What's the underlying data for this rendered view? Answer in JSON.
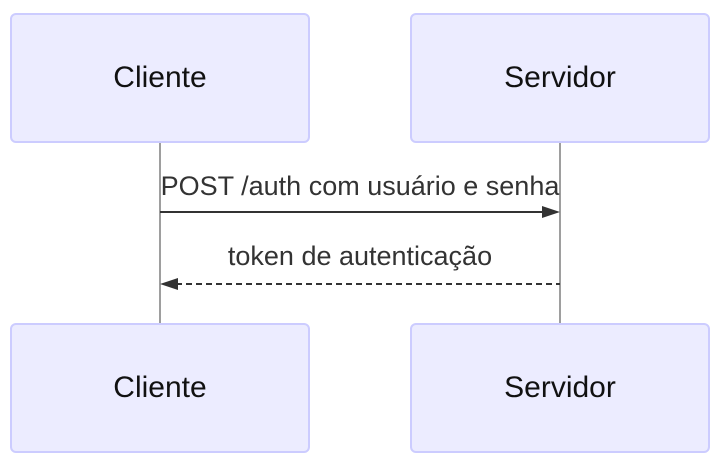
{
  "diagram": {
    "type": "sequence",
    "actors": [
      {
        "id": "cliente",
        "label": "Cliente"
      },
      {
        "id": "servidor",
        "label": "Servidor"
      }
    ],
    "messages": [
      {
        "from": "cliente",
        "to": "servidor",
        "label": "POST /auth com usuário e senha",
        "line_style": "solid",
        "direction": "right"
      },
      {
        "from": "servidor",
        "to": "cliente",
        "label": "token de autenticação",
        "line_style": "dashed",
        "direction": "left"
      }
    ],
    "colors": {
      "background": "#ffffff",
      "actor_fill": "#ECECFF",
      "actor_border": "#CCCCFF",
      "actor_text": "#111111",
      "lifeline": "#9e9e9e",
      "message": "#333333"
    }
  }
}
